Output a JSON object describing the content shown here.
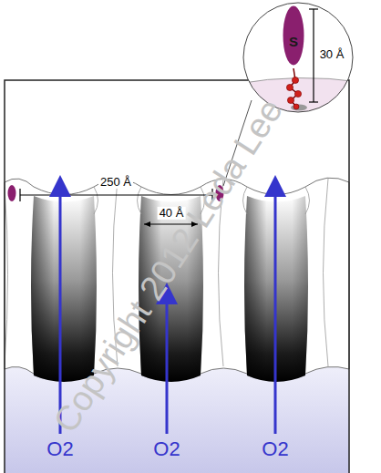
{
  "diagram": {
    "nodes": [
      {
        "text": [
          "S"
        ]
      }
    ],
    "labels": [
      "250 Å",
      "40 Å",
      "30 Å",
      "O2",
      "O2",
      "O2",
      "Copyright 2012 Leda Lee"
    ]
  }
}
